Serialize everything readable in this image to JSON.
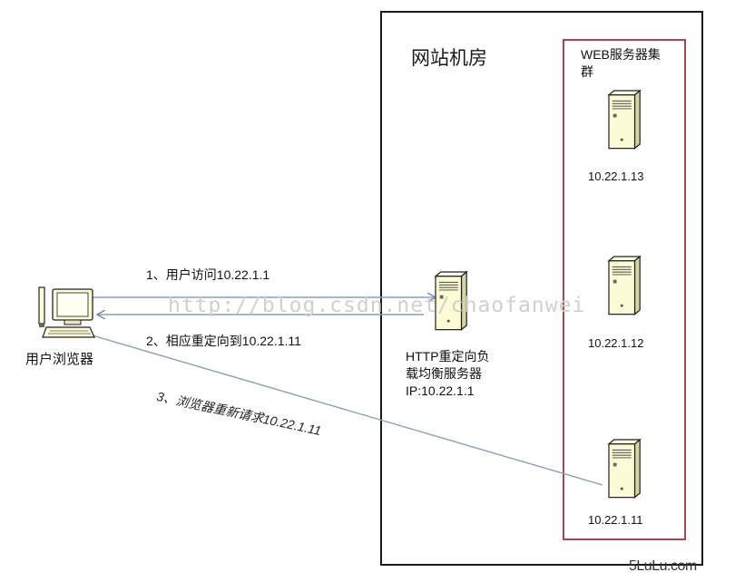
{
  "room": {
    "title": "网站机房"
  },
  "cluster": {
    "title": "WEB服务器集群",
    "servers": [
      {
        "ip": "10.22.1.13",
        "icon": "server-icon"
      },
      {
        "ip": "10.22.1.12",
        "icon": "server-icon"
      },
      {
        "ip": "10.22.1.11",
        "icon": "server-icon"
      }
    ]
  },
  "load_balancer": {
    "label_line1": "HTTP重定向负",
    "label_line2": "载均衡服务器",
    "label_line3": "IP:10.22.1.1",
    "icon": "server-icon"
  },
  "user": {
    "label": "用户浏览器",
    "icon": "computer-icon"
  },
  "arrows": {
    "step1": "1、用户访问10.22.1.1",
    "step2": "2、相应重定向到10.22.1.11",
    "step3": "3、浏览器重新请求10.22.1.11"
  },
  "watermark": "http://blog.csdn.net/chaofanwei",
  "footer": "5LuLu.com",
  "colors": {
    "room_border": "#1a1a1a",
    "cluster_border": "#a4464a",
    "arrow": "#8a9cc8",
    "server_body": "#fdfbd6"
  }
}
